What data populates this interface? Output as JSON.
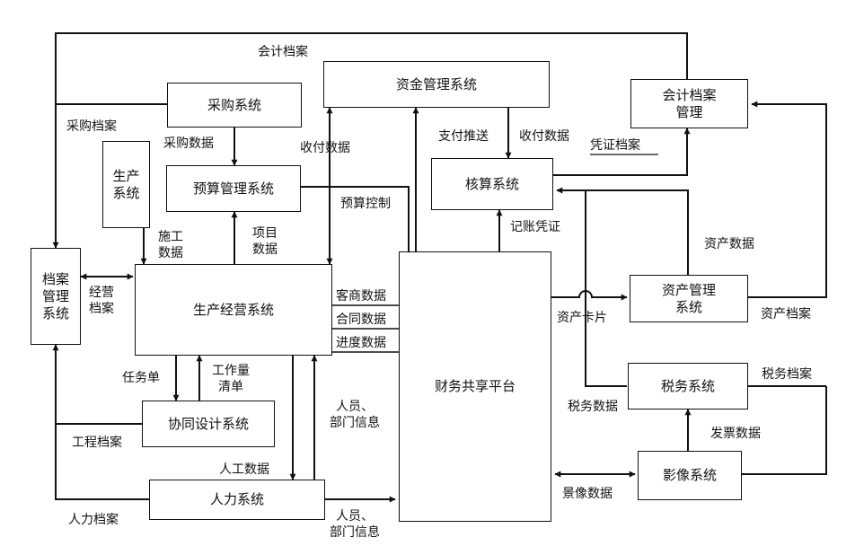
{
  "nodes": {
    "caigou": "采购系统",
    "zijin": "资金管理系统",
    "kuaiji_guanli": "会计档案\n管理",
    "shengchan": "生产\n系统",
    "yusuan": "预算管理系统",
    "hesuan": "核算系统",
    "dangan": "档案\n管理\n系统",
    "shengchan_jingying": "生产经营系统",
    "caiwu": "财务共享平台",
    "zichan": "资产管理\n系统",
    "shuiwu": "税务系统",
    "xietong": "协同设计系统",
    "renli": "人力系统",
    "yingxiang": "影像系统"
  },
  "edges": {
    "kuaiji_dangan": "会计档案",
    "caigou_dangan": "采购档案",
    "caigou_shuju": "采购数据",
    "shoufu_left": "收付数据",
    "zhifu_tuisong": "支付推送",
    "shoufu_right": "收付数据",
    "pingzheng_dangan": "凭证档案",
    "yusuan_kongzhi": "预算控制",
    "jizhang_pingzheng": "记账凭证",
    "shigong_shuju": "施工\n数据",
    "xiangmu_shuju": "项目\n数据",
    "zichan_shuju": "资产数据",
    "jingying_dangan": "经营\n档案",
    "keshang_shuju": "客商数据",
    "hetong_shuju": "合同数据",
    "jindu_shuju": "进度数据",
    "zichan_kapian": "资产卡片",
    "zichan_dangan": "资产档案",
    "renwu_dan": "任务单",
    "gongzuoliang": "工作量\n清单",
    "shuiwu_dangan": "税务档案",
    "shuiwu_shuju": "税务数据",
    "renyuan_bumen_1": "人员、\n部门信息",
    "fapiao_shuju": "发票数据",
    "gongcheng_dangan": "工程档案",
    "rengong_shuju": "人工数据",
    "yingxiang_shuju": "景像数据",
    "renli_dangan": "人力档案",
    "renyuan_bumen_2": "人员、\n部门信息"
  }
}
